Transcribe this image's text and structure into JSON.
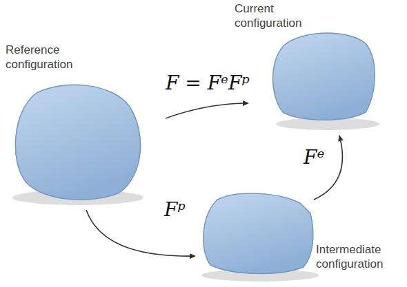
{
  "diagram": {
    "nodes": [
      {
        "text": [
          "Current configuration"
        ]
      },
      {
        "text": [
          "Reference configuration"
        ]
      },
      {
        "text": [
          "Intermediate configuration"
        ]
      }
    ],
    "edges": [
      {
        "from": 1,
        "to": 0,
        "arrow": "to",
        "label": "F = FᵉFᵖ"
      },
      {
        "from": 1,
        "to": 2,
        "arrow": "to",
        "label": "Fᵖ"
      },
      {
        "from": 2,
        "to": 0,
        "arrow": "to",
        "label": "Fᵉ"
      }
    ]
  }
}
